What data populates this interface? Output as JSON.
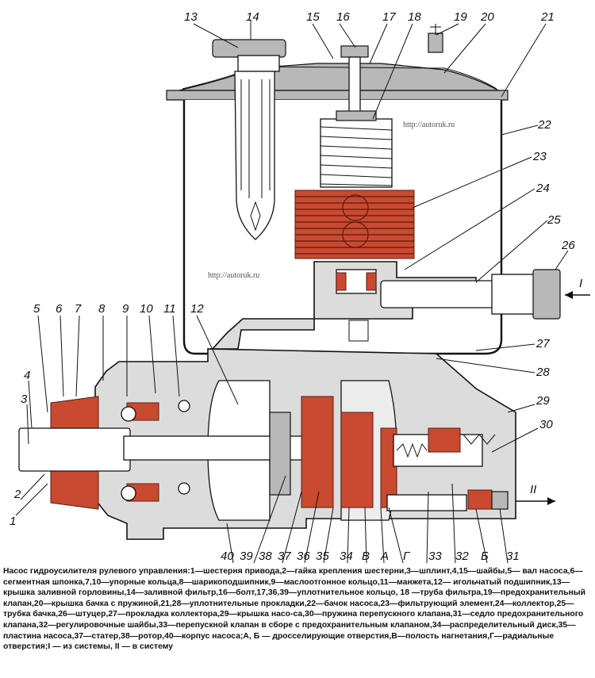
{
  "watermarks": [
    "http://autoruk.ru",
    "http://autoruk.ru"
  ],
  "callouts": [
    "13",
    "14",
    "15",
    "16",
    "17",
    "18",
    "19",
    "20",
    "21",
    "22",
    "23",
    "24",
    "25",
    "26",
    "27",
    "28",
    "29",
    "30",
    "31",
    "32",
    "33",
    "Б",
    "Г",
    "А",
    "В",
    "34",
    "35",
    "36",
    "37",
    "38",
    "39",
    "40",
    "12",
    "11",
    "10",
    "9",
    "8",
    "7",
    "6",
    "5",
    "4",
    "3",
    "2",
    "1"
  ],
  "flow_markers": {
    "inlet": "I",
    "outlet": "II"
  },
  "caption": "Насос гидроусилителя рулевого управления:1—шестерня привода,2—гайка крепления шестерни,3—шплинт,4,15—шайбы,5— вал насоса,6—сегментная шпонка,7,10—упорные кольца,8—шарикоподшипник,9—маслоотгонное кольцо,11—манжета,12— игольчатый подшипник,13—крышка заливной горловины,14—заливной фильтр,16—болт,17,36,39—уплотнительное кольцо, 18 —труба фильтра,19—предохранительный клапан,20—крышка бачка с пружиной,21,28—уплотнительные прокладки,22—бачок насоса,23—фильтрующий элемент,24—коллектор,25—трубка бачка,26—штуцер,27—прокладка коллектора,29—крышка насо-са,30—пружина перепускного клапана,31—седло предохранительного клапана,32—регулировочные шайбы,33—перепускной клапан в сборе с предохранительным клапаном,34—распределительный диск,35—пластина насоса,37—статер,38—ротор,40—корпус насоса;А, Б — дросселирующие отверстия,В—полость нагнетания,Г—радиальные отверстия;I — из системы, II — в систему"
}
